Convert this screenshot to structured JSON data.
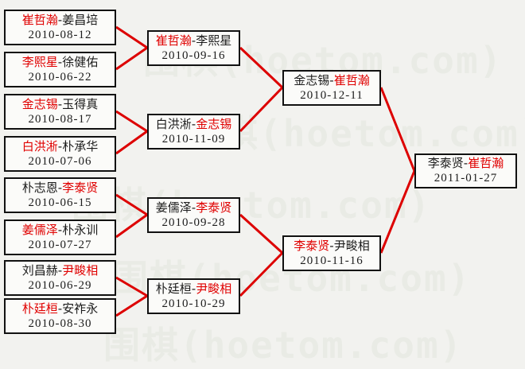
{
  "colors": {
    "winner_red": "#e00000",
    "text_black": "#1c1c1c",
    "line_red": "#dd0000"
  },
  "separator": "-",
  "watermark": {
    "text": "围棋(hoetom.com)",
    "color": "#e9ebe5"
  },
  "rounds": {
    "r1": [
      {
        "p1": "崔哲瀚",
        "p1_color": "#e00000",
        "p2": "姜昌培",
        "p2_color": "#1c1c1c",
        "date": "2010-08-12"
      },
      {
        "p1": "李熙星",
        "p1_color": "#e00000",
        "p2": "徐健佑",
        "p2_color": "#1c1c1c",
        "date": "2010-06-22"
      },
      {
        "p1": "金志锡",
        "p1_color": "#e00000",
        "p2": "玉得真",
        "p2_color": "#1c1c1c",
        "date": "2010-08-17"
      },
      {
        "p1": "白洪淅",
        "p1_color": "#e00000",
        "p2": "朴承华",
        "p2_color": "#1c1c1c",
        "date": "2010-07-06"
      },
      {
        "p1": "朴志恩",
        "p1_color": "#1c1c1c",
        "p2": "李泰贤",
        "p2_color": "#e00000",
        "date": "2010-06-15"
      },
      {
        "p1": "姜儒泽",
        "p1_color": "#e00000",
        "p2": "朴永训",
        "p2_color": "#1c1c1c",
        "date": "2010-07-27"
      },
      {
        "p1": "刘昌赫",
        "p1_color": "#1c1c1c",
        "p2": "尹畯相",
        "p2_color": "#e00000",
        "date": "2010-06-29"
      },
      {
        "p1": "朴廷桓",
        "p1_color": "#e00000",
        "p2": "安祚永",
        "p2_color": "#1c1c1c",
        "date": "2010-08-30"
      }
    ],
    "r2": [
      {
        "p1": "崔哲瀚",
        "p1_color": "#e00000",
        "p2": "李熙星",
        "p2_color": "#1c1c1c",
        "date": "2010-09-16"
      },
      {
        "p1": "白洪淅",
        "p1_color": "#1c1c1c",
        "p2": "金志锡",
        "p2_color": "#e00000",
        "date": "2010-11-09"
      },
      {
        "p1": "姜儒泽",
        "p1_color": "#1c1c1c",
        "p2": "李泰贤",
        "p2_color": "#e00000",
        "date": "2010-09-28"
      },
      {
        "p1": "朴廷桓",
        "p1_color": "#1c1c1c",
        "p2": "尹畯相",
        "p2_color": "#e00000",
        "date": "2010-10-29"
      }
    ],
    "sf": [
      {
        "p1": "金志锡",
        "p1_color": "#1c1c1c",
        "p2": "崔哲瀚",
        "p2_color": "#e00000",
        "date": "2010-12-11"
      },
      {
        "p1": "李泰贤",
        "p1_color": "#e00000",
        "p2": "尹畯相",
        "p2_color": "#1c1c1c",
        "date": "2010-11-16"
      }
    ],
    "final": [
      {
        "p1": "李泰贤",
        "p1_color": "#1c1c1c",
        "p2": "崔哲瀚",
        "p2_color": "#e00000",
        "date": "2011-01-27"
      }
    ]
  }
}
